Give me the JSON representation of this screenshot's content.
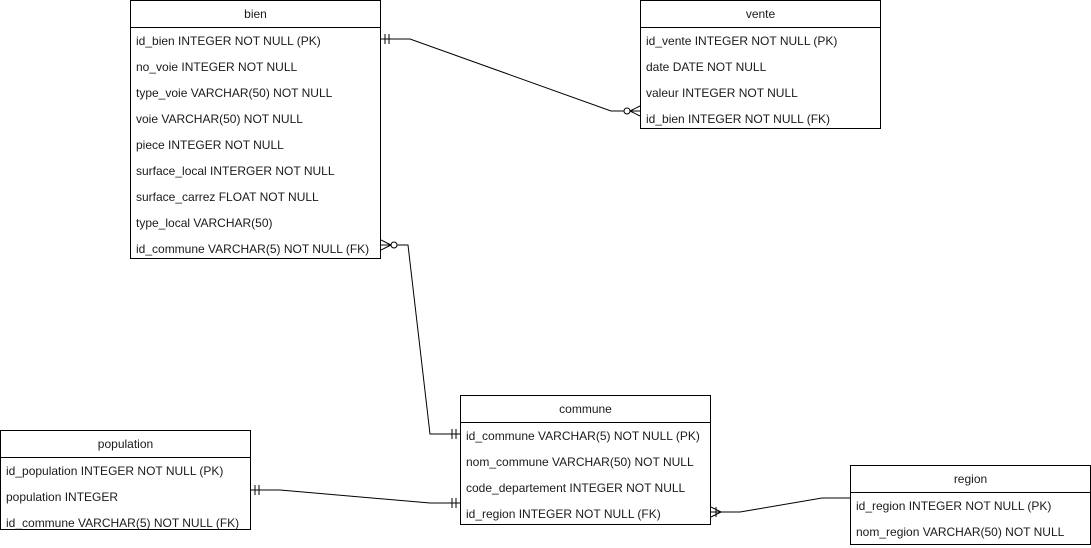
{
  "entities": {
    "bien": {
      "name": "bien",
      "attributes": [
        "id_bien INTEGER NOT NULL (PK)",
        "no_voie INTEGER NOT NULL",
        "type_voie VARCHAR(50) NOT NULL",
        "voie VARCHAR(50) NOT NULL",
        "piece INTEGER NOT NULL",
        "surface_local INTERGER NOT NULL",
        "surface_carrez FLOAT NOT NULL",
        "type_local VARCHAR(50)",
        "id_commune VARCHAR(5) NOT NULL (FK)"
      ]
    },
    "vente": {
      "name": "vente",
      "attributes": [
        "id_vente INTEGER NOT NULL (PK)",
        "date DATE NOT NULL",
        "valeur INTEGER NOT NULL",
        "id_bien INTEGER NOT NULL (FK)"
      ]
    },
    "commune": {
      "name": "commune",
      "attributes": [
        "id_commune VARCHAR(5) NOT NULL (PK)",
        "nom_commune VARCHAR(50) NOT NULL",
        "code_departement INTEGER NOT NULL",
        "id_region INTEGER NOT NULL (FK)"
      ]
    },
    "population": {
      "name": "population",
      "attributes": [
        "id_population INTEGER NOT NULL (PK)",
        "population INTEGER",
        "id_commune VARCHAR(5) NOT NULL (FK)"
      ]
    },
    "region": {
      "name": "region",
      "attributes": [
        "id_region INTEGER NOT NULL (PK)",
        "nom_region VARCHAR(50) NOT NULL"
      ]
    }
  },
  "relationships": [
    {
      "from": "bien.id_bien",
      "from_card": "exactly-one",
      "to": "vente.id_bien",
      "to_card": "zero-or-many"
    },
    {
      "from": "bien.id_commune",
      "from_card": "zero-or-many",
      "to": "commune.id_commune",
      "to_card": "exactly-one"
    },
    {
      "from": "population.id_commune",
      "from_card": "exactly-one",
      "to": "commune.id_commune",
      "to_card": "exactly-one"
    },
    {
      "from": "commune.id_region",
      "from_card": "one-or-many",
      "to": "region.id_region",
      "to_card": "exactly-one"
    }
  ],
  "colors": {
    "border": "#000000",
    "background": "#ffffff",
    "text": "#1a1a1a"
  }
}
